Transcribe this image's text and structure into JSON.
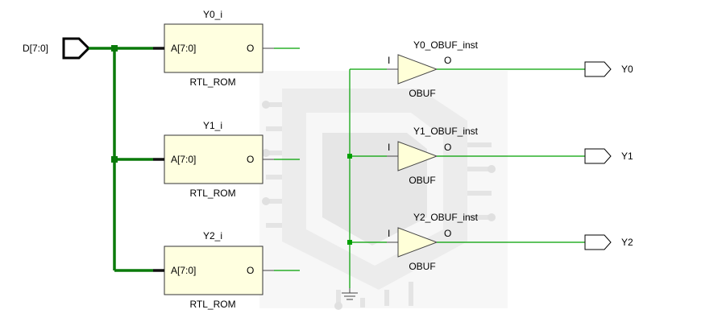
{
  "input_port": {
    "label": "D[7:0]"
  },
  "roms": [
    {
      "instance": "Y0_i",
      "pin_in": "A[7:0]",
      "pin_out": "O",
      "type": "RTL_ROM"
    },
    {
      "instance": "Y1_i",
      "pin_in": "A[7:0]",
      "pin_out": "O",
      "type": "RTL_ROM"
    },
    {
      "instance": "Y2_i",
      "pin_in": "A[7:0]",
      "pin_out": "O",
      "type": "RTL_ROM"
    }
  ],
  "buffers": [
    {
      "instance": "Y0_OBUF_inst",
      "pin_in": "I",
      "pin_out": "O",
      "type": "OBUF"
    },
    {
      "instance": "Y1_OBUF_inst",
      "pin_in": "I",
      "pin_out": "O",
      "type": "OBUF"
    },
    {
      "instance": "Y2_OBUF_inst",
      "pin_in": "I",
      "pin_out": "O",
      "type": "OBUF"
    }
  ],
  "outputs": [
    {
      "label": "Y0"
    },
    {
      "label": "Y1"
    },
    {
      "label": "Y2"
    }
  ],
  "colors": {
    "wire": "#00a000",
    "bus": "#0a7a0a",
    "block_fill": "#ffffe0",
    "watermark": "#f0f0f0"
  },
  "icons": {
    "ground": "ground-symbol-icon",
    "watermark": "circuit-shield-watermark-icon"
  }
}
